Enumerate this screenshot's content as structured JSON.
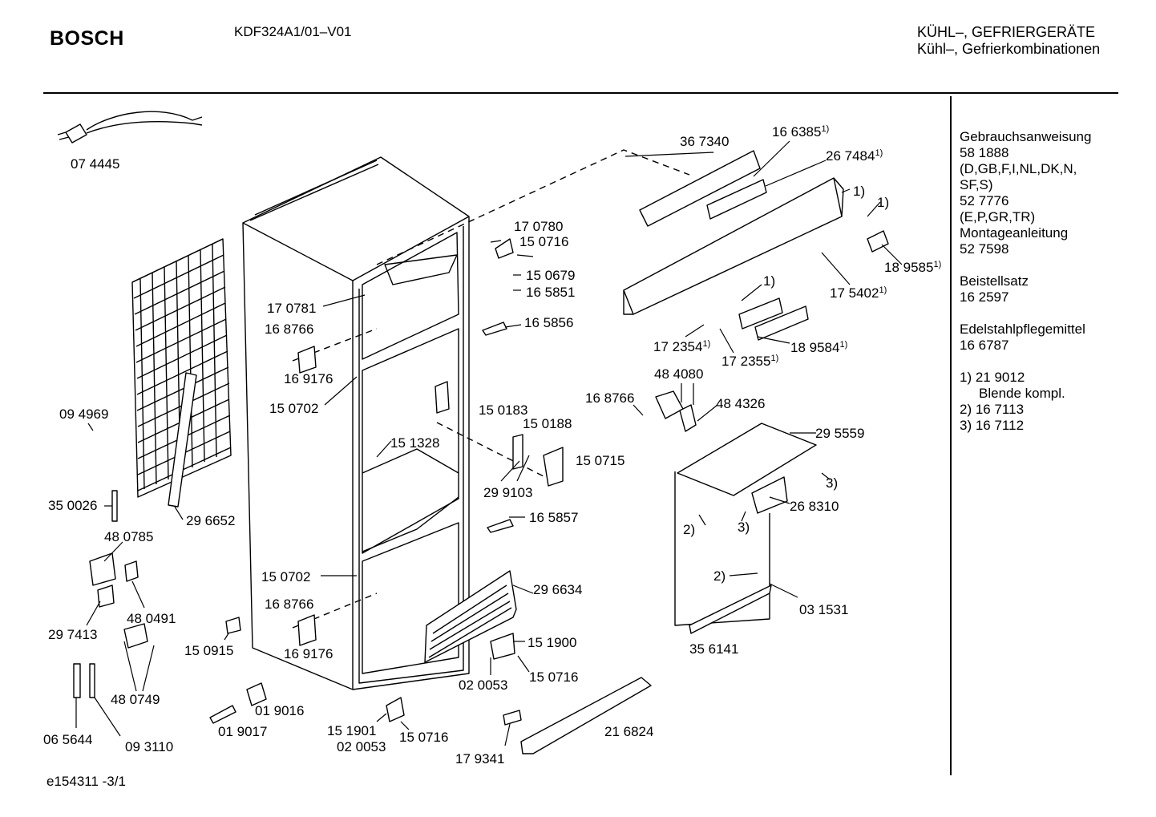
{
  "header": {
    "brand": "BOSCH",
    "model": "KDF324A1/01–V01",
    "category_line1": "KÜHL–, GEFRIERGERÄTE",
    "category_line2": "Kühl–, Gefrierkombinationen"
  },
  "sidebar": {
    "lines": [
      "Gebrauchsanweisung",
      "58 1888",
      "(D,GB,F,I,NL,DK,N,",
      "SF,S)",
      "52 7776",
      "(E,P,GR,TR)",
      "Montageanleitung",
      "52 7598",
      "",
      "Beistellsatz",
      "16 2597",
      "",
      "Edelstahlpflegemittel",
      "16 6787",
      "",
      "1) 21 9012",
      "    Blende kompl.",
      "2) 16 7113",
      "3) 16 7112"
    ]
  },
  "footer": {
    "code": "e154311 -3/1"
  },
  "parts": [
    {
      "text": "07 4445"
    },
    {
      "text": "09 4969"
    },
    {
      "text": "35 0026"
    },
    {
      "text": "29 6652"
    },
    {
      "text": "48 0785"
    },
    {
      "text": "48 0491"
    },
    {
      "text": "29 7413"
    },
    {
      "text": "48 0749"
    },
    {
      "text": "06 5644"
    },
    {
      "text": "09 3110"
    },
    {
      "text": "15 0915"
    },
    {
      "text": "01 9016"
    },
    {
      "text": "01 9017"
    },
    {
      "text": "17 0781"
    },
    {
      "text": "16 8766"
    },
    {
      "text": "16 9176"
    },
    {
      "text": "15 0702"
    },
    {
      "text": "15 1328"
    },
    {
      "text": "15 0702"
    },
    {
      "text": "16 8766"
    },
    {
      "text": "16 9176"
    },
    {
      "text": "17 0780"
    },
    {
      "text": "15 0716"
    },
    {
      "text": "15 0679"
    },
    {
      "text": "16 5851"
    },
    {
      "text": "16 5856"
    },
    {
      "text": "15 0183"
    },
    {
      "text": "15 0188"
    },
    {
      "text": "15 0715"
    },
    {
      "text": "29 9103"
    },
    {
      "text": "16 5857"
    },
    {
      "text": "29 6634"
    },
    {
      "text": "15 1900"
    },
    {
      "text": "02 0053"
    },
    {
      "text": "15 0716"
    },
    {
      "text": "15 1901"
    },
    {
      "text": "15 0716"
    },
    {
      "text": "02 0053"
    },
    {
      "text": "17 9341"
    },
    {
      "text": "21 6824"
    },
    {
      "text": "36 7340"
    },
    {
      "text": "16 6385",
      "sup": "1)"
    },
    {
      "text": "26 7484",
      "sup": "1)"
    },
    {
      "text": "1)"
    },
    {
      "text": "1)"
    },
    {
      "text": "18 9585",
      "sup": "1)"
    },
    {
      "text": "17 5402",
      "sup": "1)"
    },
    {
      "text": "1)"
    },
    {
      "text": "17 2354",
      "sup": "1)"
    },
    {
      "text": "17 2355",
      "sup": "1)"
    },
    {
      "text": "18 9584",
      "sup": "1)"
    },
    {
      "text": "16 8766"
    },
    {
      "text": "48 4080"
    },
    {
      "text": "48 4326"
    },
    {
      "text": "29 5559"
    },
    {
      "text": "3)"
    },
    {
      "text": "26 8310"
    },
    {
      "text": "2)"
    },
    {
      "text": "3)"
    },
    {
      "text": "2)"
    },
    {
      "text": "03 1531"
    },
    {
      "text": "35 6141"
    }
  ]
}
